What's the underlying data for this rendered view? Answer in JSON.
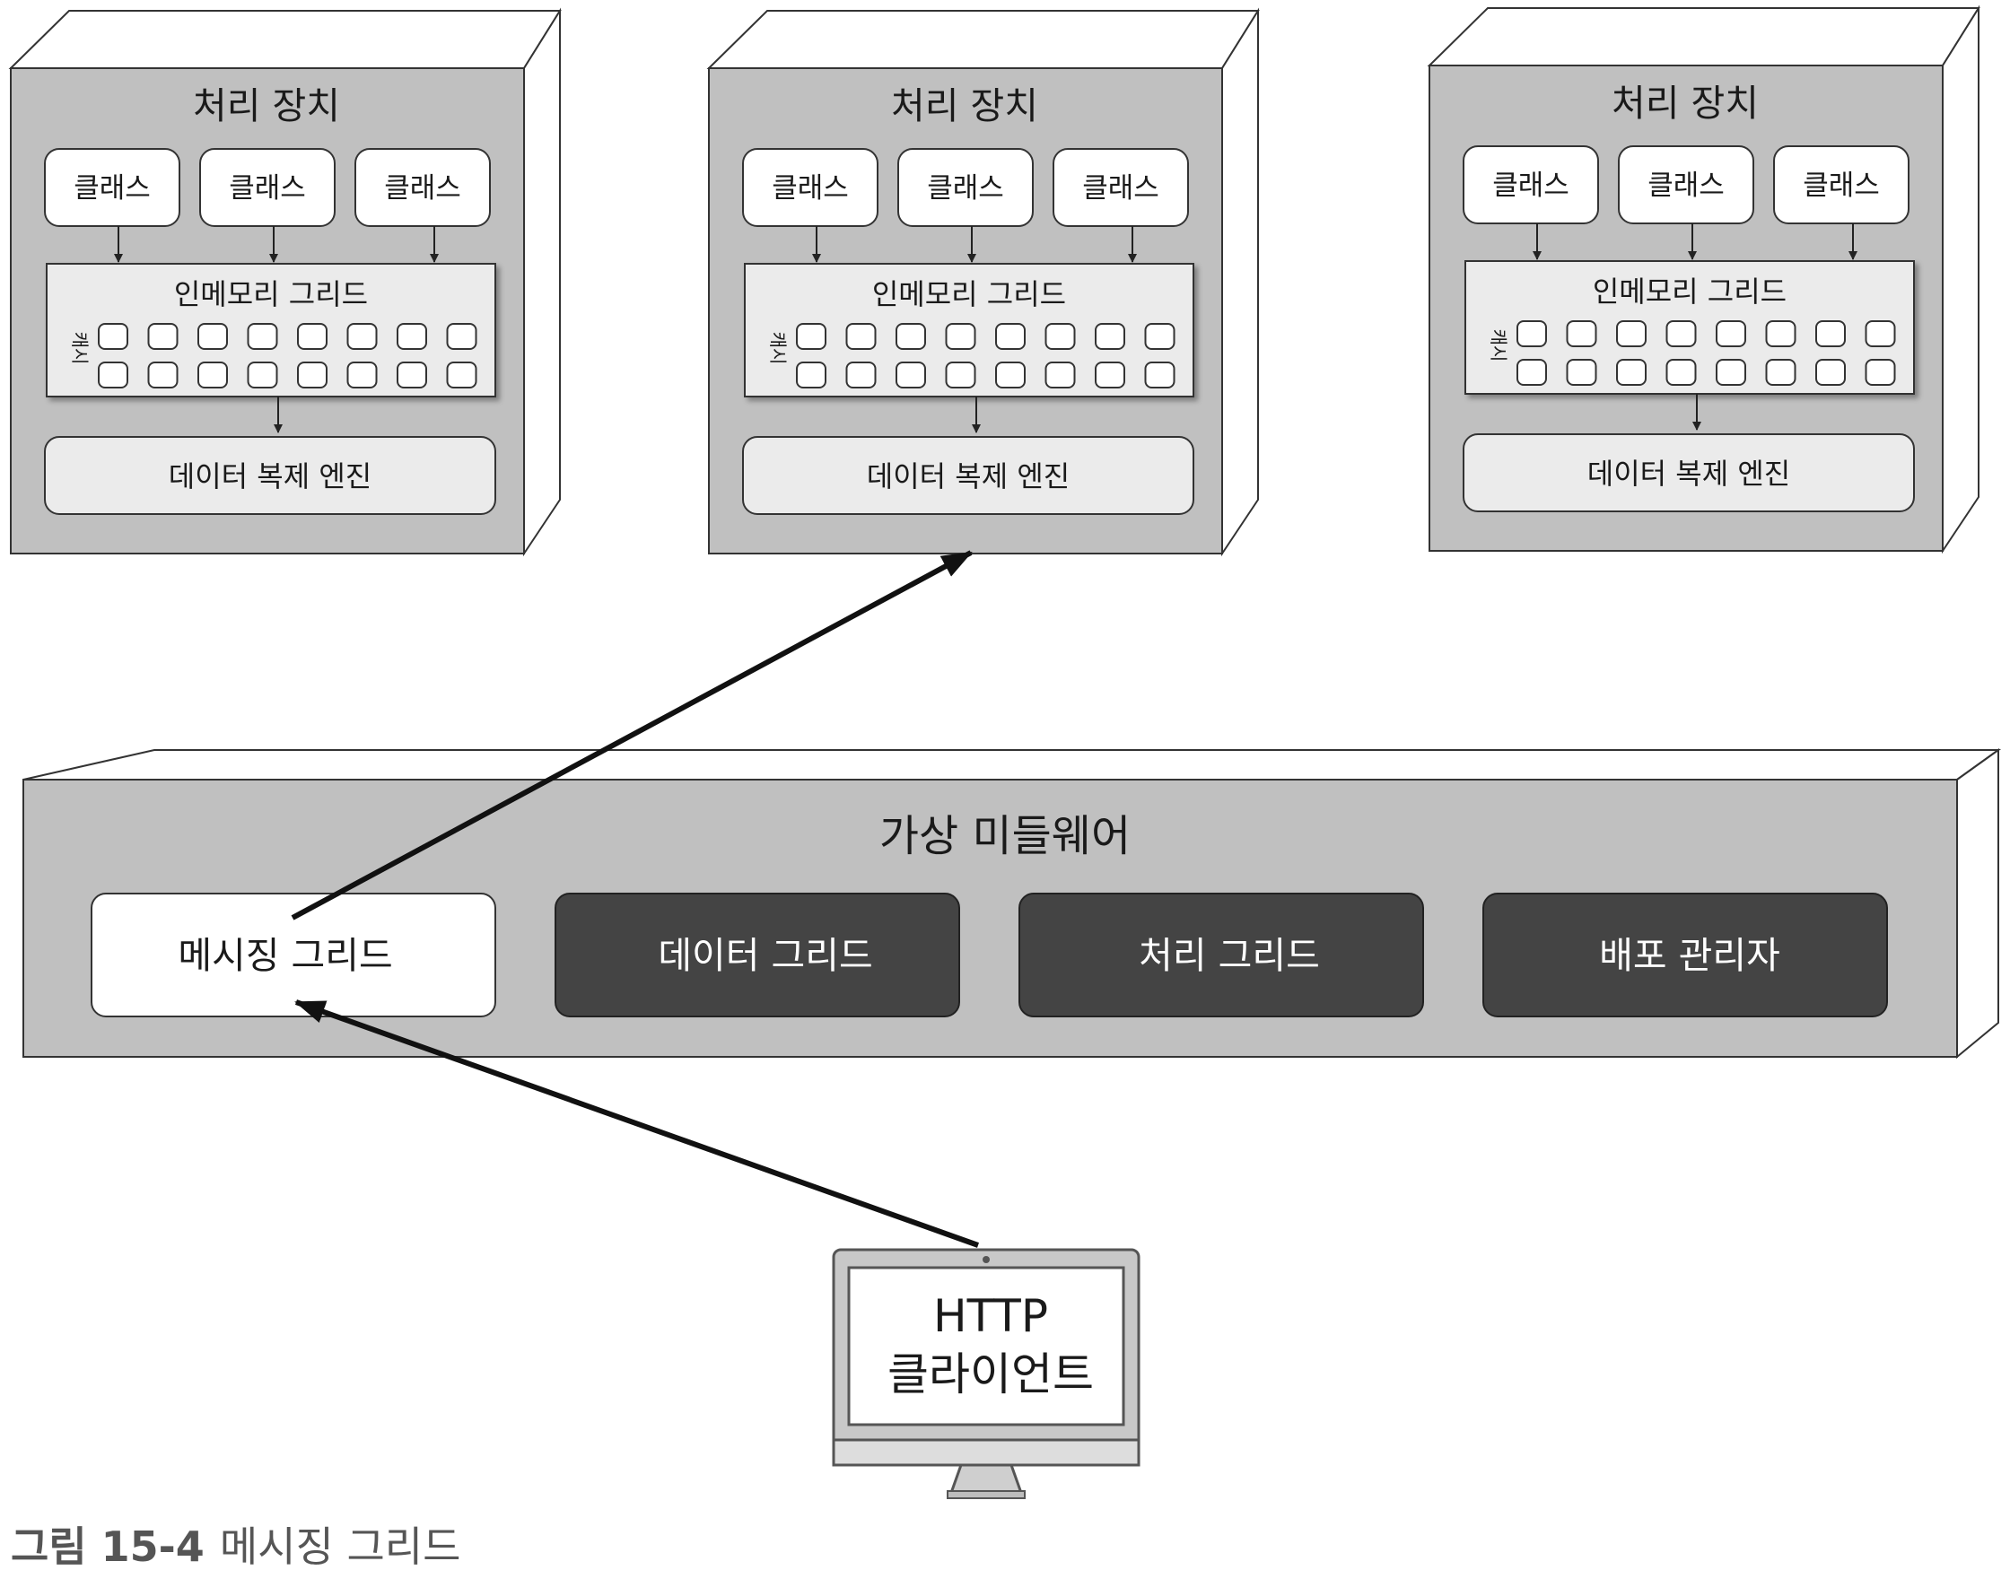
{
  "processing_units": [
    {
      "title": "처리 장치",
      "classes": [
        "클래스",
        "클래스",
        "클래스"
      ],
      "grid_title": "인메모리 그리드",
      "cache_label": "캐시",
      "engine_label": "데이터 복제 엔진"
    },
    {
      "title": "처리 장치",
      "classes": [
        "클래스",
        "클래스",
        "클래스"
      ],
      "grid_title": "인메모리 그리드",
      "cache_label": "캐시",
      "engine_label": "데이터 복제 엔진"
    },
    {
      "title": "처리 장치",
      "classes": [
        "클래스",
        "클래스",
        "클래스"
      ],
      "grid_title": "인메모리 그리드",
      "cache_label": "캐시",
      "engine_label": "데이터 복제 엔진"
    }
  ],
  "middleware": {
    "title": "가상 미들웨어",
    "items": [
      "메시징 그리드",
      "데이터 그리드",
      "처리 그리드",
      "배포 관리자"
    ]
  },
  "client": {
    "line1": "HTTP",
    "line2": "클라이언트"
  },
  "caption": {
    "number": "그림 15-4",
    "title": "메시징 그리드"
  },
  "colors": {
    "box_gray": "#c0c0c0",
    "dark_box": "#444444",
    "light_box": "#ebebeb",
    "stroke": "#333333"
  }
}
